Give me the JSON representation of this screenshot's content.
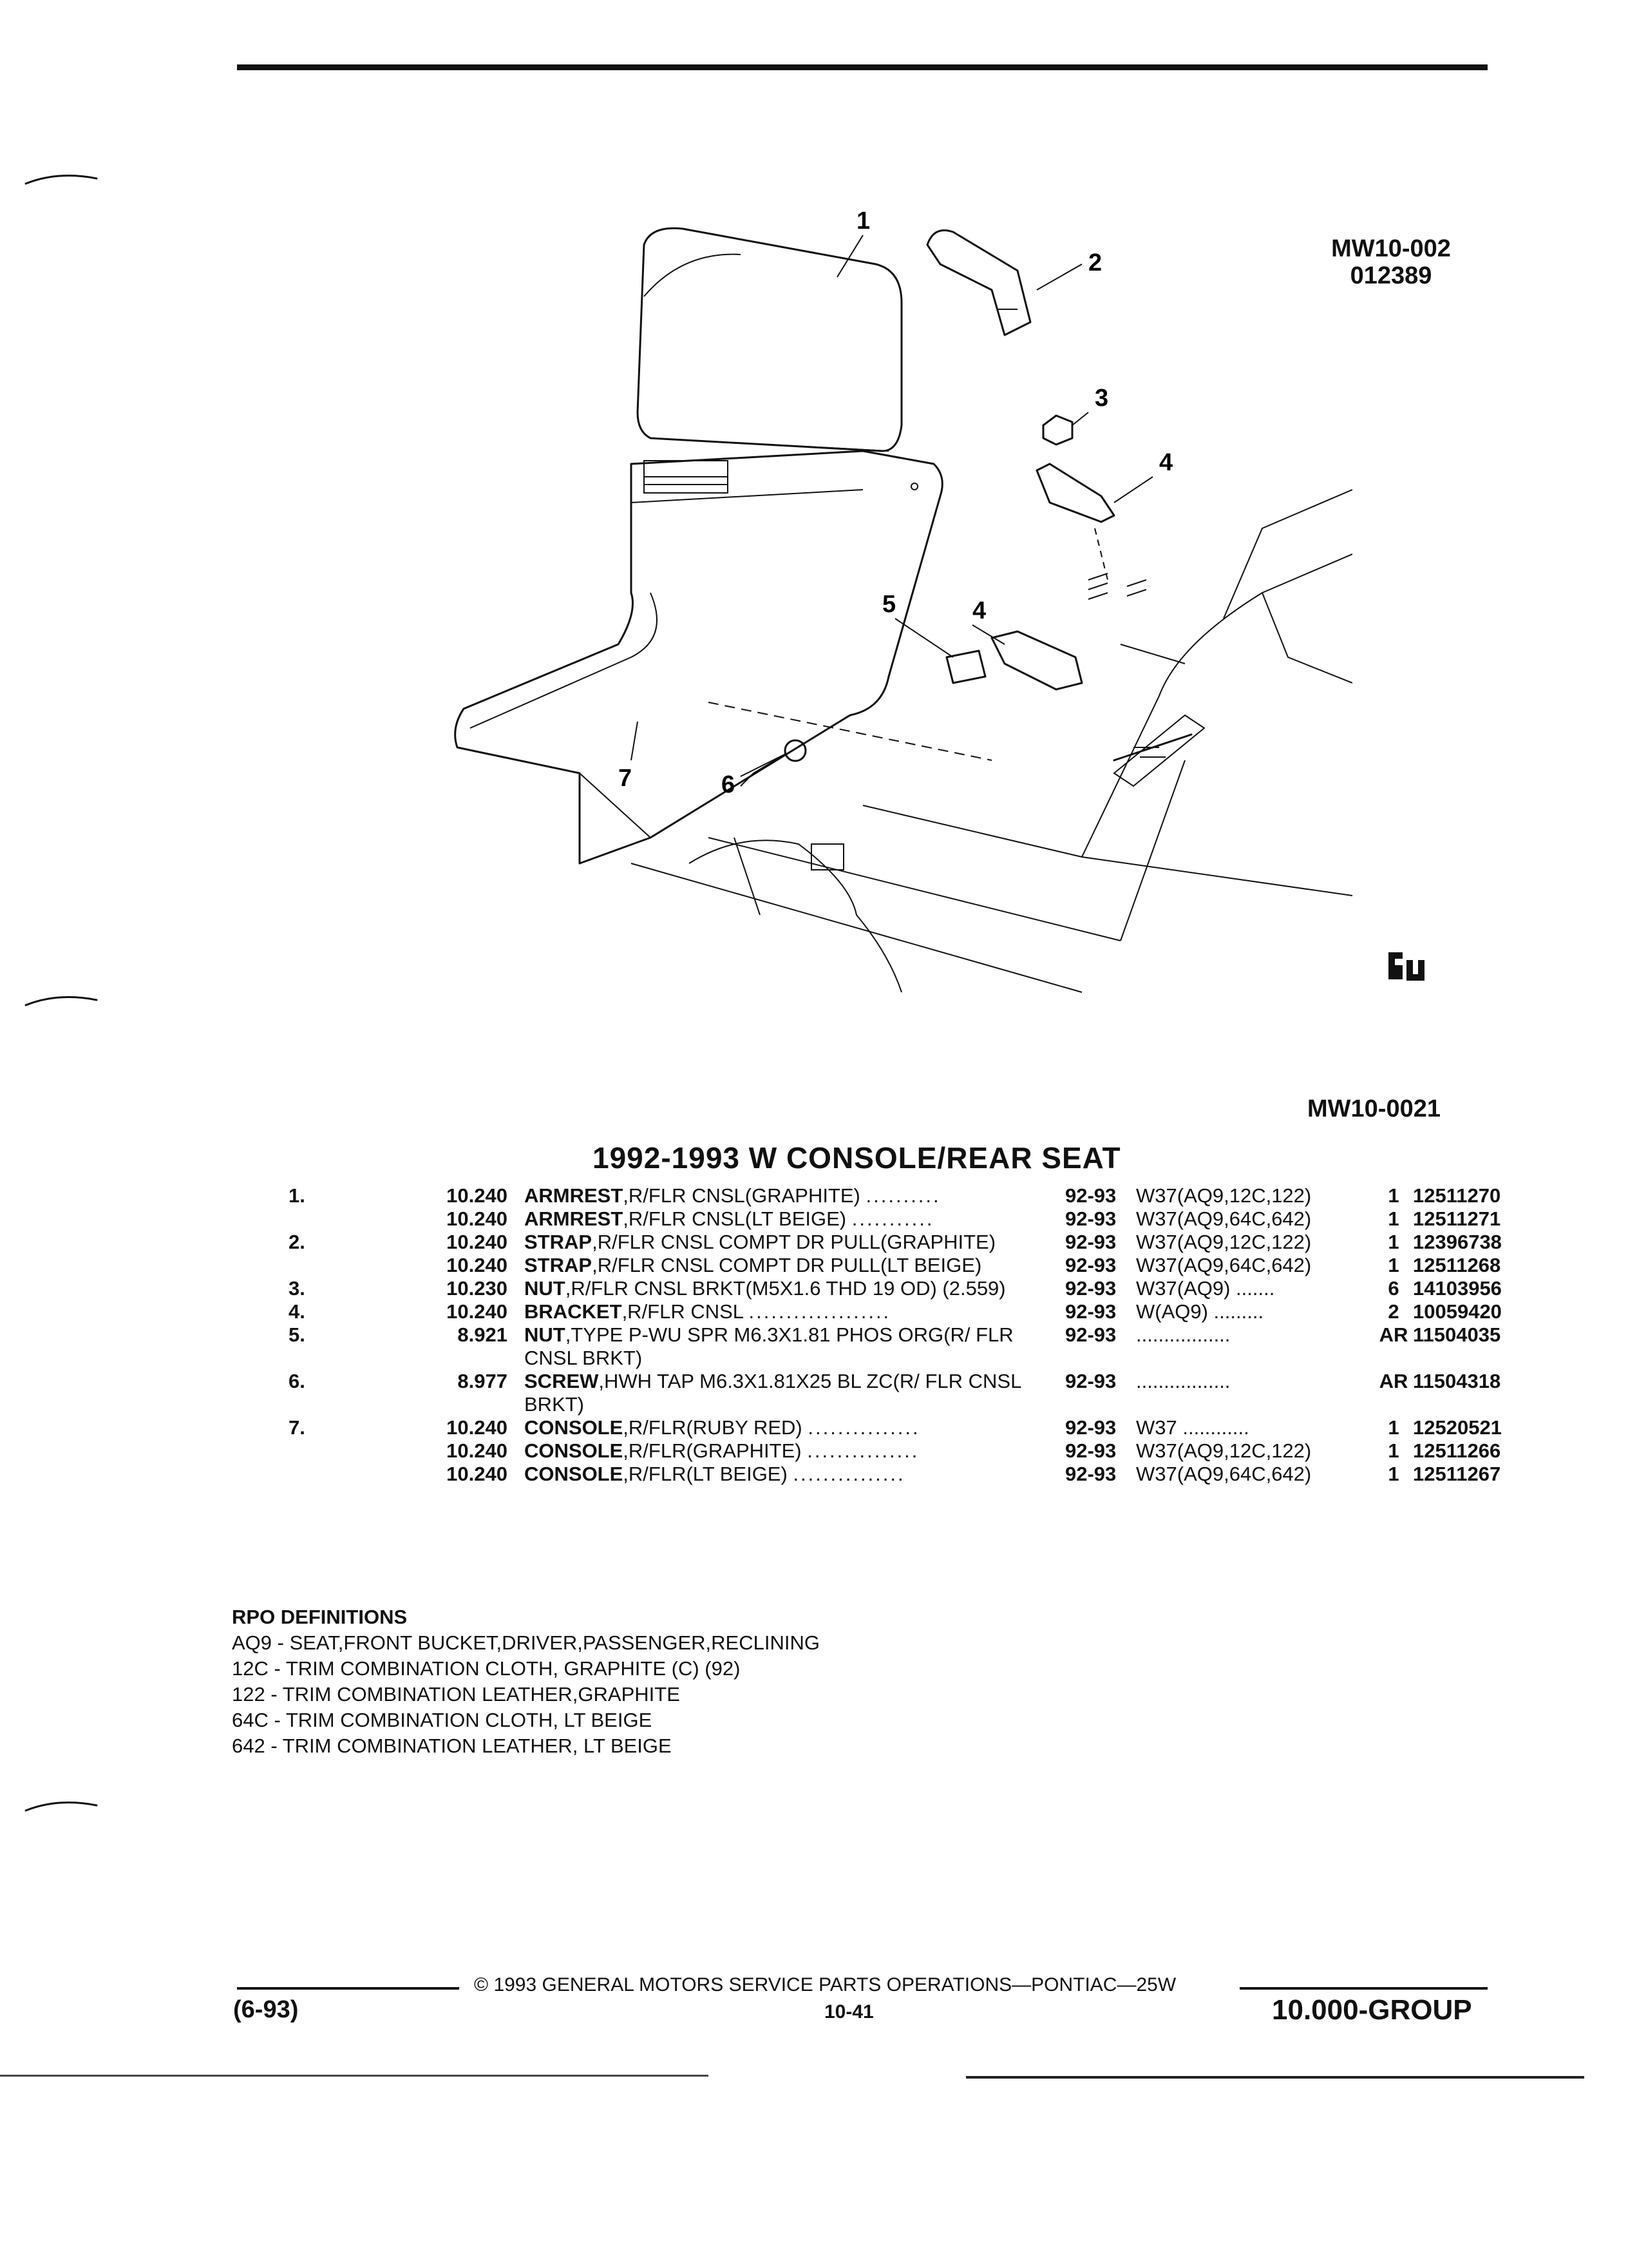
{
  "header": {
    "code_top": "MW10-002",
    "code_sub": "012389",
    "figure_code": "MW10-0021",
    "logo_mark": "GM-SPO-logo"
  },
  "figure": {
    "callouts": [
      "1",
      "2",
      "3",
      "4",
      "4",
      "5",
      "6",
      "7"
    ]
  },
  "section_title": "1992-1993 W CONSOLE/REAR SEAT",
  "rows": [
    {
      "num": "1.",
      "grp": "10.240",
      "name": "ARMREST",
      "desc": ",R/FLR CNSL(GRAPHITE)",
      "dots": "..........",
      "yr": "92-93",
      "app": "W37(AQ9,12C,122)",
      "qty": "1",
      "pn": "12511270"
    },
    {
      "num": "",
      "grp": "10.240",
      "name": "ARMREST",
      "desc": ",R/FLR CNSL(LT BEIGE)",
      "dots": "...........",
      "yr": "92-93",
      "app": "W37(AQ9,64C,642)",
      "qty": "1",
      "pn": "12511271"
    },
    {
      "num": "2.",
      "grp": "10.240",
      "name": "STRAP",
      "desc": ",R/FLR CNSL COMPT DR PULL(GRAPHITE)",
      "dots": "",
      "yr": "92-93",
      "app": "W37(AQ9,12C,122)",
      "qty": "1",
      "pn": "12396738"
    },
    {
      "num": "",
      "grp": "10.240",
      "name": "STRAP",
      "desc": ",R/FLR CNSL COMPT DR PULL(LT BEIGE)",
      "dots": "",
      "yr": "92-93",
      "app": "W37(AQ9,64C,642)",
      "qty": "1",
      "pn": "12511268"
    },
    {
      "num": "3.",
      "grp": "10.230",
      "name": "NUT",
      "desc": ",R/FLR CNSL BRKT(M5X1.6 THD 19 OD) (2.559)",
      "dots": "",
      "yr": "92-93",
      "app": "W37(AQ9) .......",
      "qty": "6",
      "pn": "14103956"
    },
    {
      "num": "4.",
      "grp": "10.240",
      "name": "BRACKET",
      "desc": ",R/FLR CNSL",
      "dots": "...................",
      "yr": "92-93",
      "app": "W(AQ9) .........",
      "qty": "2",
      "pn": "10059420"
    },
    {
      "num": "5.",
      "grp": "8.921",
      "name": "NUT",
      "desc": ",TYPE P-WU SPR M6.3X1.81 PHOS ORG(R/ FLR CNSL BRKT)",
      "dots": "",
      "yr": "92-93",
      "app": ".................",
      "qty": "AR",
      "pn": "11504035"
    },
    {
      "num": "6.",
      "grp": "8.977",
      "name": "SCREW",
      "desc": ",HWH TAP M6.3X1.81X25 BL ZC(R/ FLR CNSL BRKT)",
      "dots": "",
      "yr": "92-93",
      "app": ".................",
      "qty": "AR",
      "pn": "11504318"
    },
    {
      "num": "7.",
      "grp": "10.240",
      "name": "CONSOLE",
      "desc": ",R/FLR(RUBY RED)",
      "dots": "...............",
      "yr": "92-93",
      "app": "W37 ............",
      "qty": "1",
      "pn": "12520521"
    },
    {
      "num": "",
      "grp": "10.240",
      "name": "CONSOLE",
      "desc": ",R/FLR(GRAPHITE)",
      "dots": "...............",
      "yr": "92-93",
      "app": "W37(AQ9,12C,122)",
      "qty": "1",
      "pn": "12511266"
    },
    {
      "num": "",
      "grp": "10.240",
      "name": "CONSOLE",
      "desc": ",R/FLR(LT BEIGE)",
      "dots": "...............",
      "yr": "92-93",
      "app": "W37(AQ9,64C,642)",
      "qty": "1",
      "pn": "12511267"
    }
  ],
  "rpo": {
    "heading": "RPO DEFINITIONS",
    "lines": [
      "AQ9 - SEAT,FRONT BUCKET,DRIVER,PASSENGER,RECLINING",
      "12C - TRIM COMBINATION CLOTH, GRAPHITE (C) (92)",
      "122 - TRIM COMBINATION LEATHER,GRAPHITE",
      "64C - TRIM COMBINATION CLOTH, LT BEIGE",
      "642 - TRIM COMBINATION LEATHER, LT BEIGE"
    ]
  },
  "footer": {
    "copyright": "© 1993  GENERAL MOTORS SERVICE PARTS OPERATIONS—PONTIAC—25W",
    "date": "(6-93)",
    "page": "10-41",
    "group": "10.000-GROUP"
  }
}
